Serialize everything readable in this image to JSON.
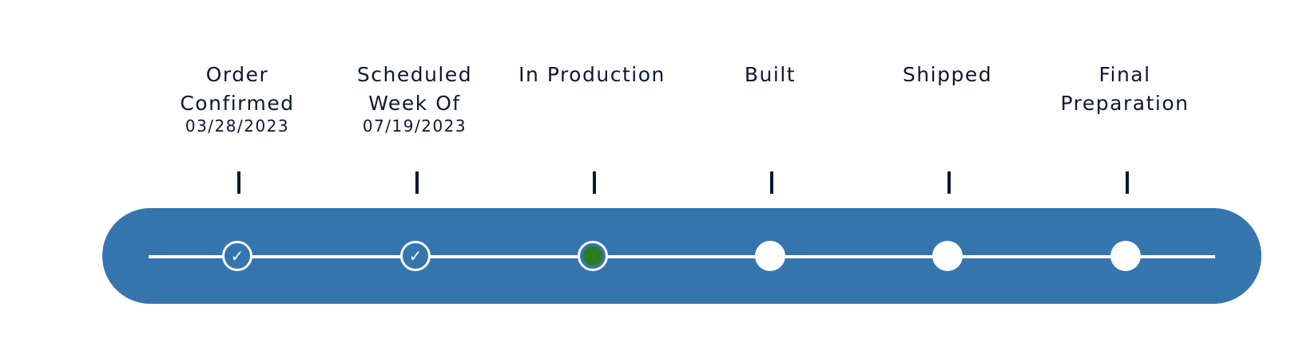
{
  "tracker": {
    "colors": {
      "bar": "#3575ae",
      "text": "#0e1730",
      "current_dot": "#2d7d1f",
      "rail": "#ffffff"
    },
    "steps": [
      {
        "title": "Order\nConfirmed",
        "date": "03/28/2023",
        "status": "done",
        "icon": "check-icon"
      },
      {
        "title": "Scheduled\nWeek Of",
        "date": "07/19/2023",
        "status": "done",
        "icon": "check-icon"
      },
      {
        "title": "In Production",
        "date": "",
        "status": "current",
        "icon": "current-dot-icon"
      },
      {
        "title": "Built",
        "date": "",
        "status": "pending",
        "icon": "pending-dot-icon"
      },
      {
        "title": "Shipped",
        "date": "",
        "status": "pending",
        "icon": "pending-dot-icon"
      },
      {
        "title": "Final\nPreparation",
        "date": "",
        "status": "pending",
        "icon": "pending-dot-icon"
      }
    ],
    "check_glyph": "✓"
  }
}
